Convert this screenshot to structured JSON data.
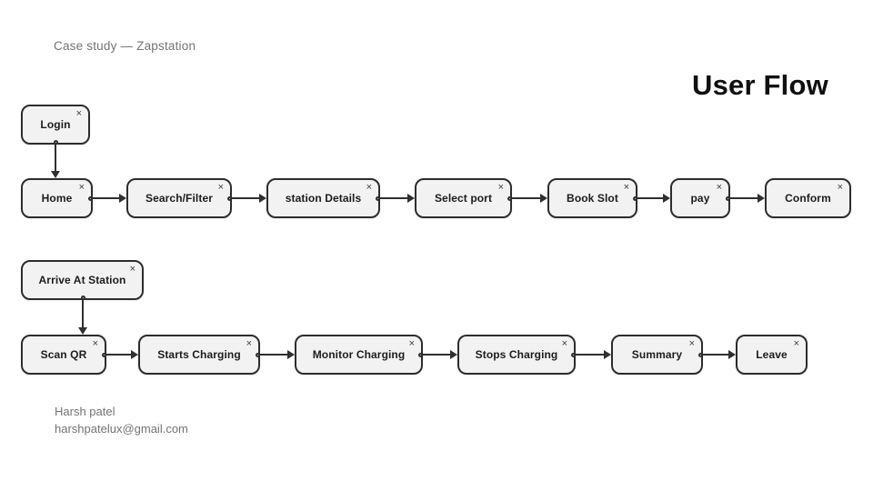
{
  "header": {
    "kicker": "Case study — Zapstation",
    "title": "User Flow"
  },
  "icons": {
    "remove": "×"
  },
  "flows": {
    "booking": {
      "entry": "Login",
      "steps": [
        "Home",
        "Search/Filter",
        "station Details",
        "Select port",
        "Book Slot",
        "pay",
        "Conform"
      ]
    },
    "charging": {
      "entry": "Arrive At Station",
      "steps": [
        "Scan QR",
        "Starts Charging",
        "Monitor Charging",
        "Stops Charging",
        "Summary",
        "Leave"
      ]
    }
  },
  "footer": {
    "name": "Harsh patel",
    "email": "harshpatelux@gmail.com"
  },
  "colors": {
    "node_fill": "#f2f2f2",
    "node_border": "#2d2d2d",
    "connector": "#2f2f2f",
    "muted_text": "#73737a",
    "title_text": "#101010"
  }
}
